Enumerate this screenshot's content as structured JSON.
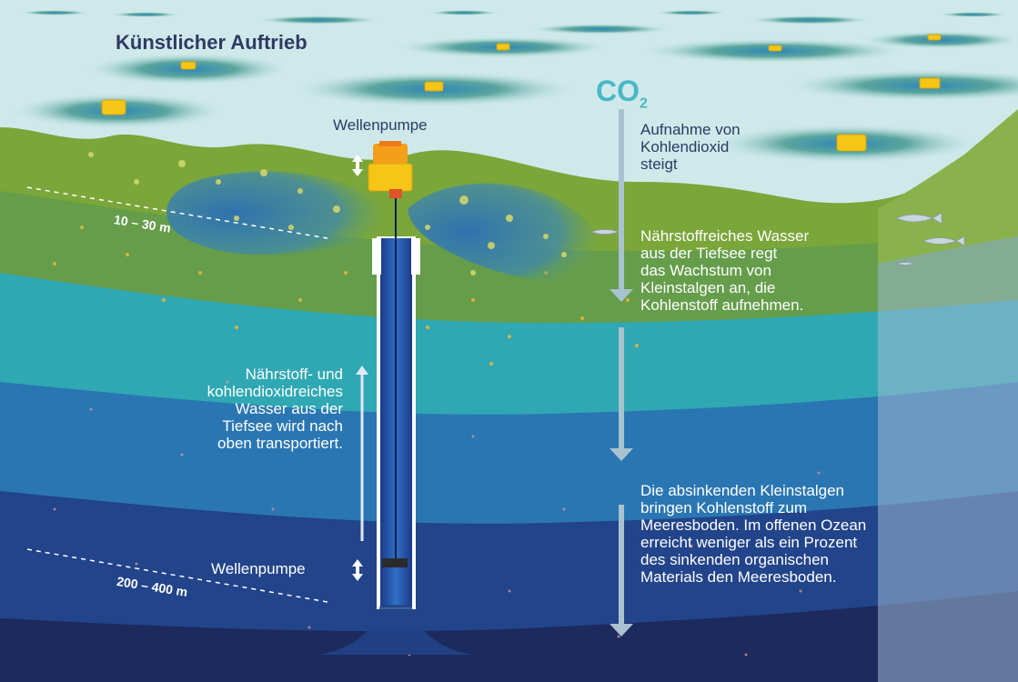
{
  "title": "Künstlicher Auftrieb",
  "co2": {
    "main": "CO",
    "sub": "2"
  },
  "labels": {
    "pump_top": "Wellenpumpe",
    "pump_bottom": "Wellenpumpe",
    "uptake": [
      "Aufnahme von",
      "Kohlendioxid",
      "steigt"
    ],
    "nutrient": [
      "Nährstoffreiches Wasser",
      "aus der Tiefsee regt",
      "das Wachstum von",
      "Kleinstalgen an, die",
      "Kohlenstoff aufnehmen."
    ],
    "transport": [
      "Nährstoff- und",
      "kohlendioxidreiches",
      "Wasser aus der",
      "Tiefsee wird nach",
      "oben transportiert."
    ],
    "sinking": [
      "Die absinkenden Kleinstalgen",
      "bringen Kohlenstoff zum",
      "Meeresboden. Im offenen Ozean",
      "erreicht weniger als ein Prozent",
      "des sinkenden organischen",
      "Materials den Meeresboden."
    ]
  },
  "depths": {
    "shallow": "10 – 30 m",
    "deep": "200 – 400 m"
  },
  "colors": {
    "sky": "#cfe9ea",
    "surface_green": "#7aa63a",
    "layer_teal": "#2fa8b4",
    "layer_blue": "#2a76b2",
    "layer_deep": "#22448a",
    "layer_abyss": "#1c2a5e",
    "buoy": "#f5c518",
    "title": "#2f3a63",
    "co2": "#49b8c7"
  },
  "icons": [
    "buoy-icon",
    "wave-pump-icon",
    "fish-icon",
    "double-arrow-icon",
    "down-arrow-icon",
    "up-arrow-icon",
    "plankton-icon"
  ]
}
